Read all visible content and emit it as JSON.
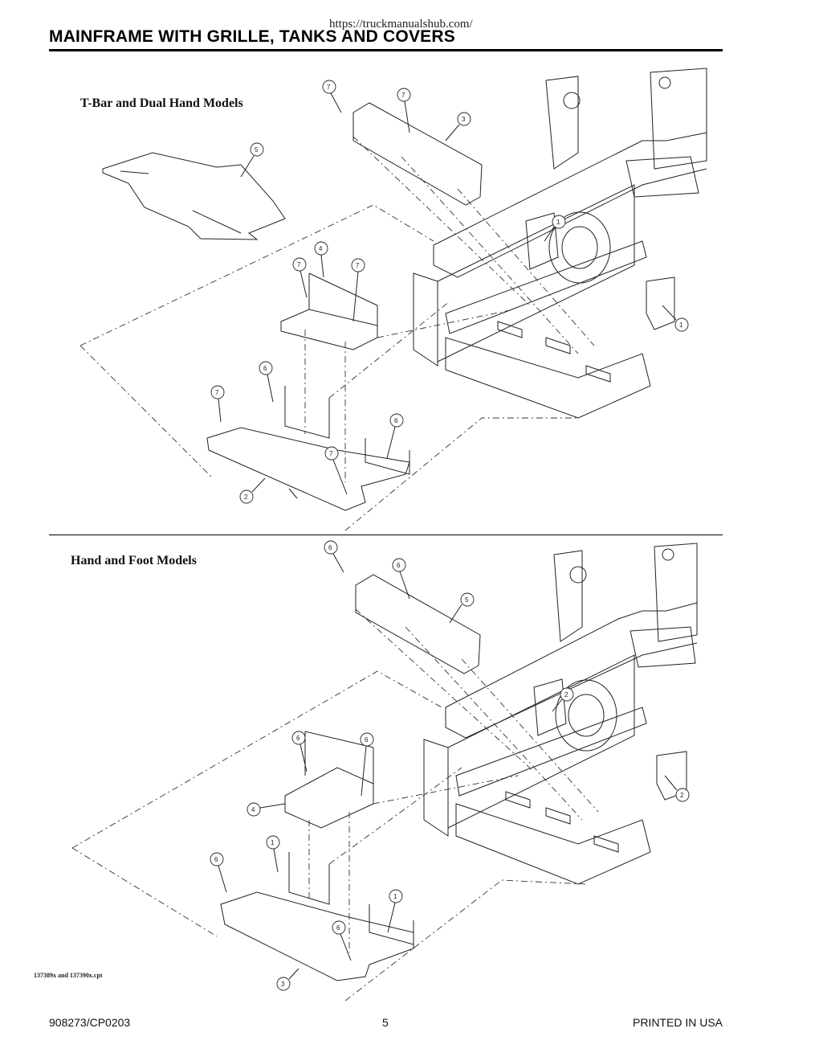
{
  "header": {
    "url": "https://truckmanualshub.com/",
    "title": "MAINFRAME WITH GRILLE, TANKS AND COVERS"
  },
  "sections": {
    "top_label": "T-Bar and Dual Hand Models",
    "bottom_label": "Hand and Foot Models"
  },
  "callouts": {
    "top": [
      "7",
      "7",
      "3",
      "5",
      "4",
      "7",
      "7",
      "1",
      "1",
      "6",
      "7",
      "6",
      "7",
      "2"
    ],
    "bottom": [
      "6",
      "6",
      "5",
      "2",
      "6",
      "6",
      "4",
      "2",
      "1",
      "6",
      "1",
      "6",
      "3"
    ]
  },
  "file_ref": "137389x and 137390x.cpt",
  "footer": {
    "doc_number": "908273/CP0203",
    "page_number": "5",
    "printed": "PRINTED IN USA"
  }
}
